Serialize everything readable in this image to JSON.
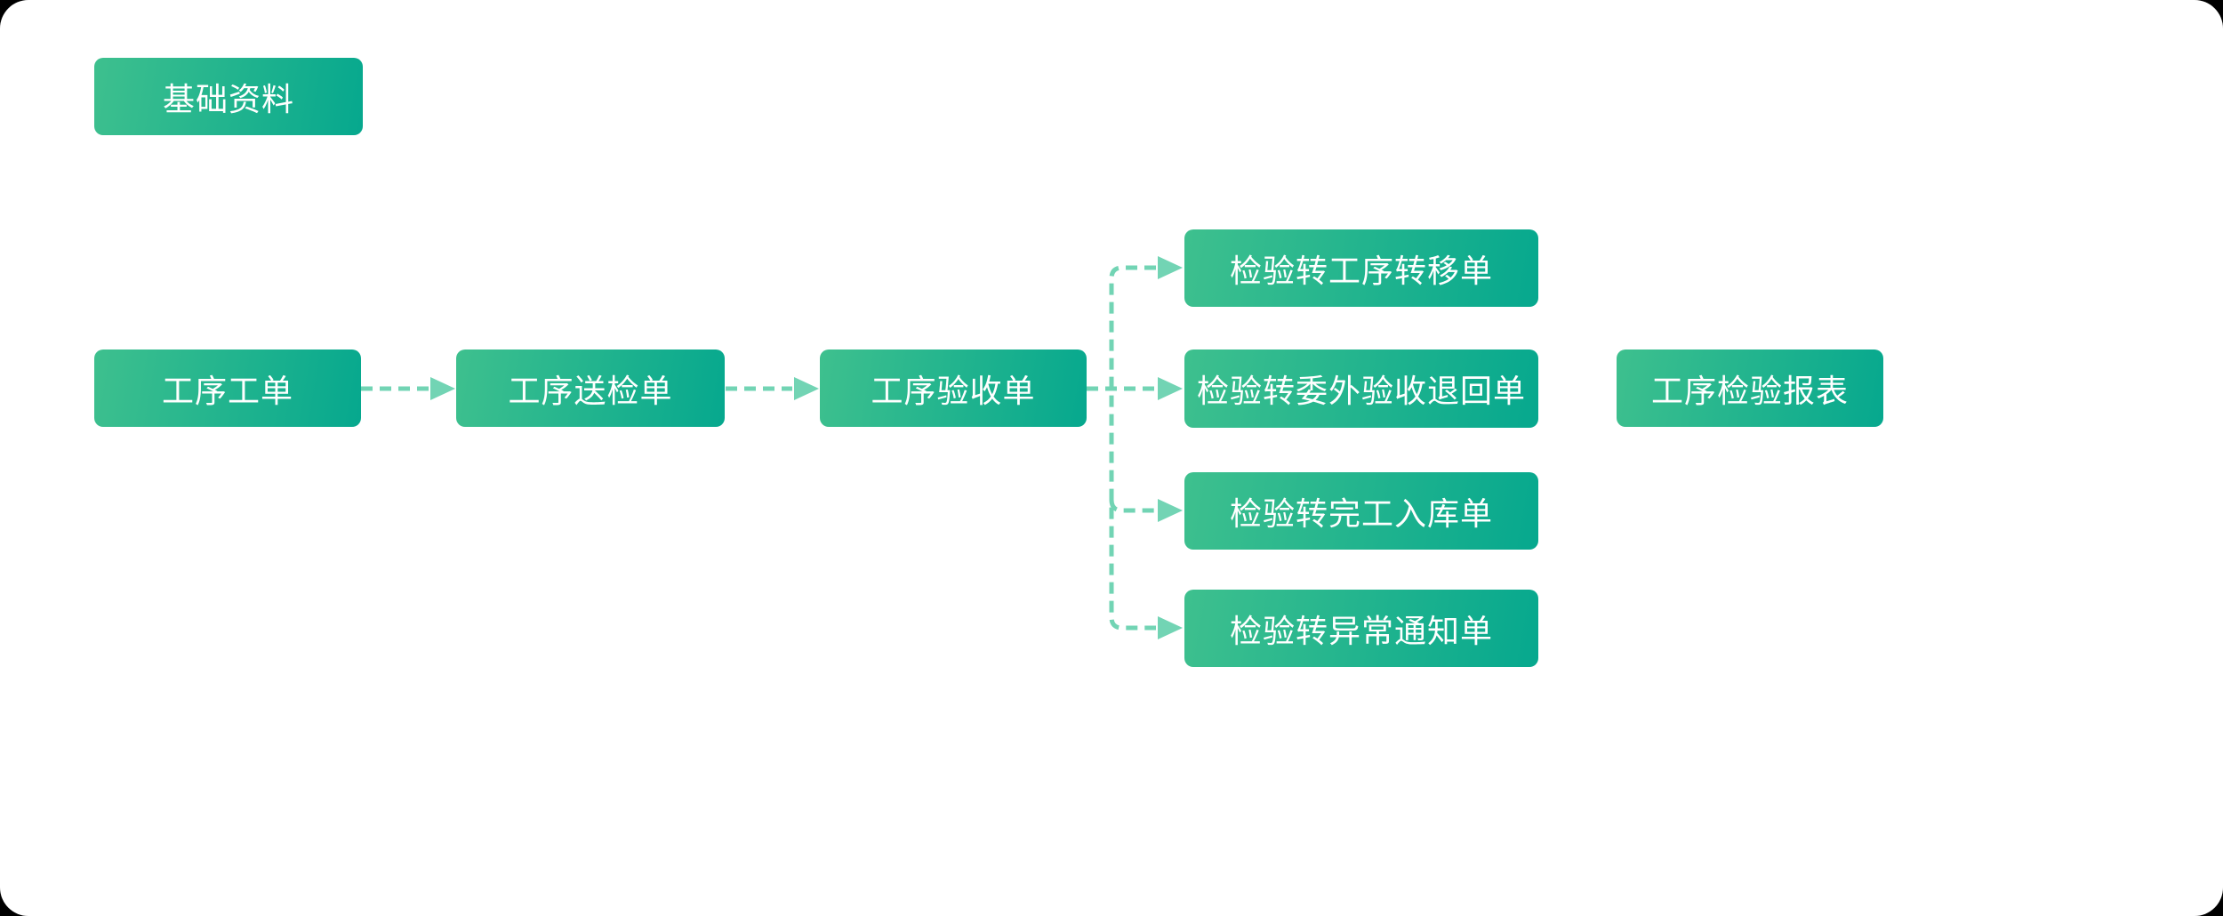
{
  "colors": {
    "box_gradient_start": "#3ec08e",
    "box_gradient_end": "#06a88e",
    "connector": "#72d4b4",
    "box_text": "#ffffff",
    "page_background": "#ffffff"
  },
  "nodes": {
    "basic_data": {
      "label": "基础资料"
    },
    "flow": [
      {
        "label": "工序工单"
      },
      {
        "label": "工序送检单"
      },
      {
        "label": "工序验收单"
      }
    ],
    "branches": [
      {
        "label": "检验转工序转移单"
      },
      {
        "label": "检验转委外验收退回单"
      },
      {
        "label": "检验转完工入库单"
      },
      {
        "label": "检验转异常通知单"
      }
    ],
    "report": {
      "label": "工序检验报表"
    }
  },
  "edges": [
    {
      "from": "工序工单",
      "to": "工序送检单",
      "style": "dashed-arrow"
    },
    {
      "from": "工序送检单",
      "to": "工序验收单",
      "style": "dashed-arrow"
    },
    {
      "from": "工序验收单",
      "to": "检验转工序转移单",
      "style": "dashed-arrow"
    },
    {
      "from": "工序验收单",
      "to": "检验转委外验收退回单",
      "style": "dashed-arrow"
    },
    {
      "from": "工序验收单",
      "to": "检验转完工入库单",
      "style": "dashed-arrow"
    },
    {
      "from": "工序验收单",
      "to": "检验转异常通知单",
      "style": "dashed-arrow"
    }
  ]
}
